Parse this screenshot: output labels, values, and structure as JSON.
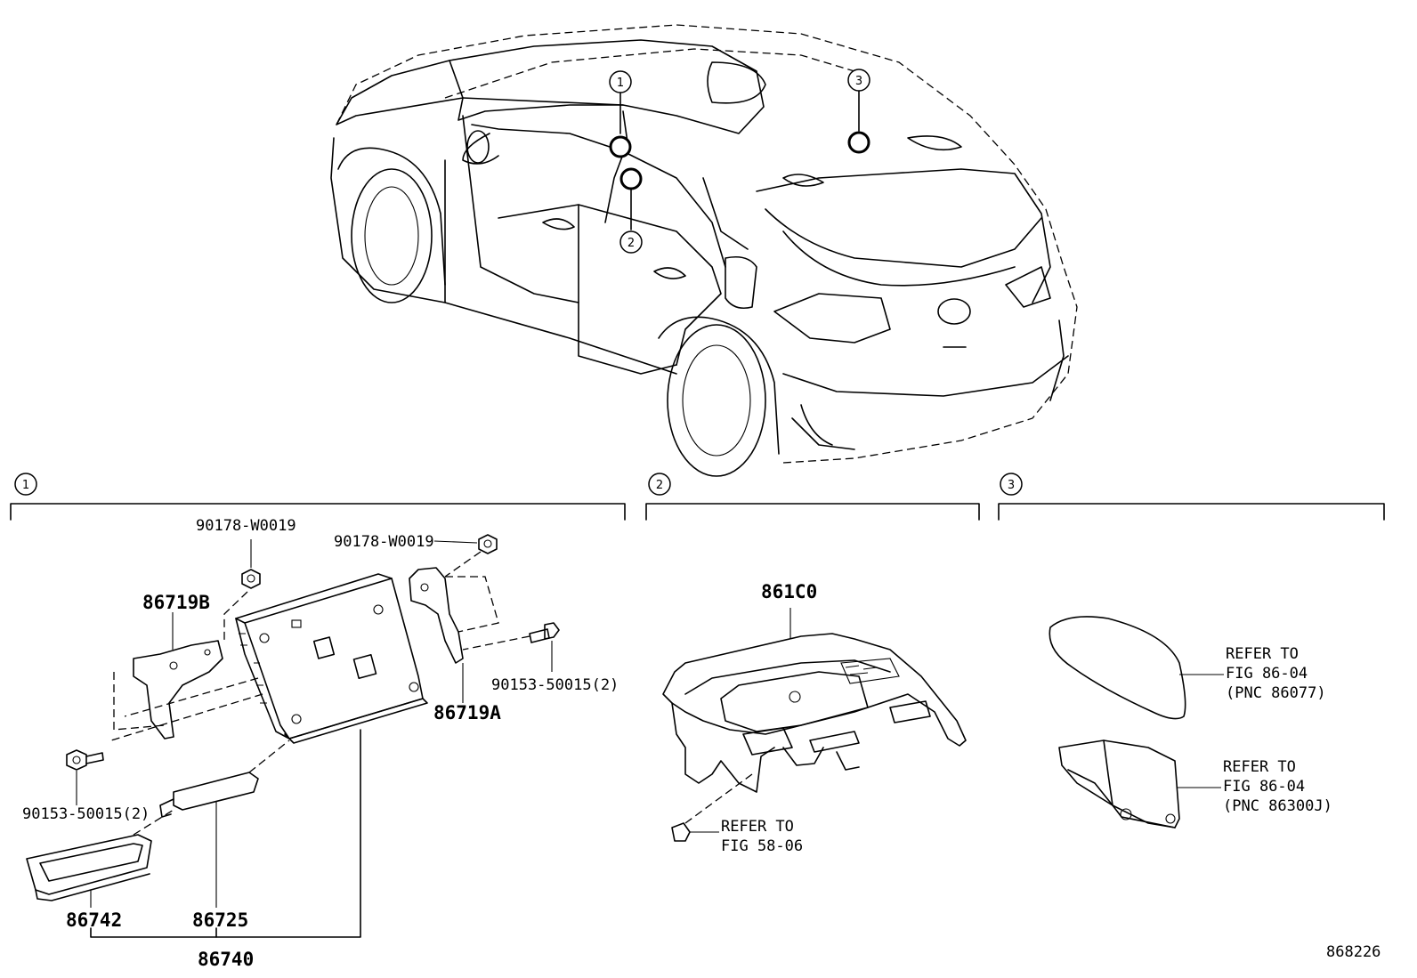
{
  "callouts": {
    "c1": "1",
    "c2": "2",
    "c3": "3"
  },
  "section1": {
    "nut_left": "90178-W0019",
    "nut_right": "90178-W0019",
    "bracket_left": "86719B",
    "bracket_right": "86719A",
    "bolt_right": "90153-50015(2)",
    "bolt_left": "90153-50015(2)",
    "cover": "86742",
    "antenna": "86725",
    "assembly": "86740"
  },
  "section2": {
    "panel": "861C0",
    "refer_1": "REFER TO",
    "refer_2": "FIG 58-06"
  },
  "section3": {
    "upper_1": "REFER TO",
    "upper_2": "FIG 86-04",
    "upper_3": "(PNC 86077)",
    "lower_1": "REFER TO",
    "lower_2": "FIG 86-04",
    "lower_3": "(PNC 86300J)"
  },
  "figure_number": "868226"
}
